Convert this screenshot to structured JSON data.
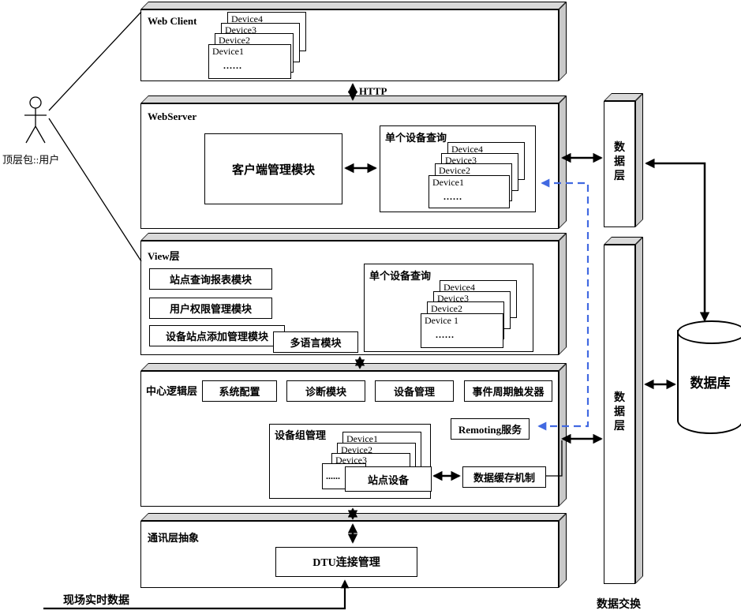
{
  "colors": {
    "accent_blue": "#4169e1",
    "face_gray": "#d9d9d9",
    "face_gray_dark": "#c9c9c9"
  },
  "actor": {
    "label": "顶层包::用户"
  },
  "labels": {
    "http": "HTTP",
    "realtime": "现场实时数据",
    "exchange": "数据交换"
  },
  "web_client": {
    "title": "Web Client",
    "stack": {
      "d4": "Device4",
      "d3": "Device3",
      "d2": "Device2",
      "d1": "Device1",
      "dots": "......"
    }
  },
  "web_server": {
    "title": "WebServer",
    "client_module": "客户端管理模块",
    "query_group": {
      "title": "单个设备查询",
      "stack": {
        "d4": "Device4",
        "d3": "Device3",
        "d2": "Device2",
        "d1": "Device1",
        "dots": "......"
      }
    }
  },
  "view_layer": {
    "title": "View层",
    "module1": "站点查询报表模块",
    "module2": "用户权限管理模块",
    "module3": "设备站点添加管理模块",
    "multilang": "多语言模块",
    "query_group": {
      "title": "单个设备查询",
      "stack": {
        "d4": "Device4",
        "d3": "Device3",
        "d2": "Device2",
        "d1": "Device 1",
        "dots": "......"
      }
    }
  },
  "logic_layer": {
    "title": "中心逻辑层",
    "module1": "系统配置",
    "module2": "诊断模块",
    "module3": "设备管理",
    "module4": "事件周期触发器",
    "remoting": "Remoting服务",
    "cache": "数据缓存机制",
    "group": {
      "title": "设备组管理",
      "d1": "Device1",
      "d2": "Device2",
      "d3": "Device3",
      "dots": "......",
      "station": "站点设备"
    }
  },
  "comm_layer": {
    "title": "通讯层抽象",
    "dtu": "DTU连接管理"
  },
  "right_side": {
    "data_layer_top": "数据层",
    "data_layer_bottom": "数据层",
    "database": "数据库"
  }
}
